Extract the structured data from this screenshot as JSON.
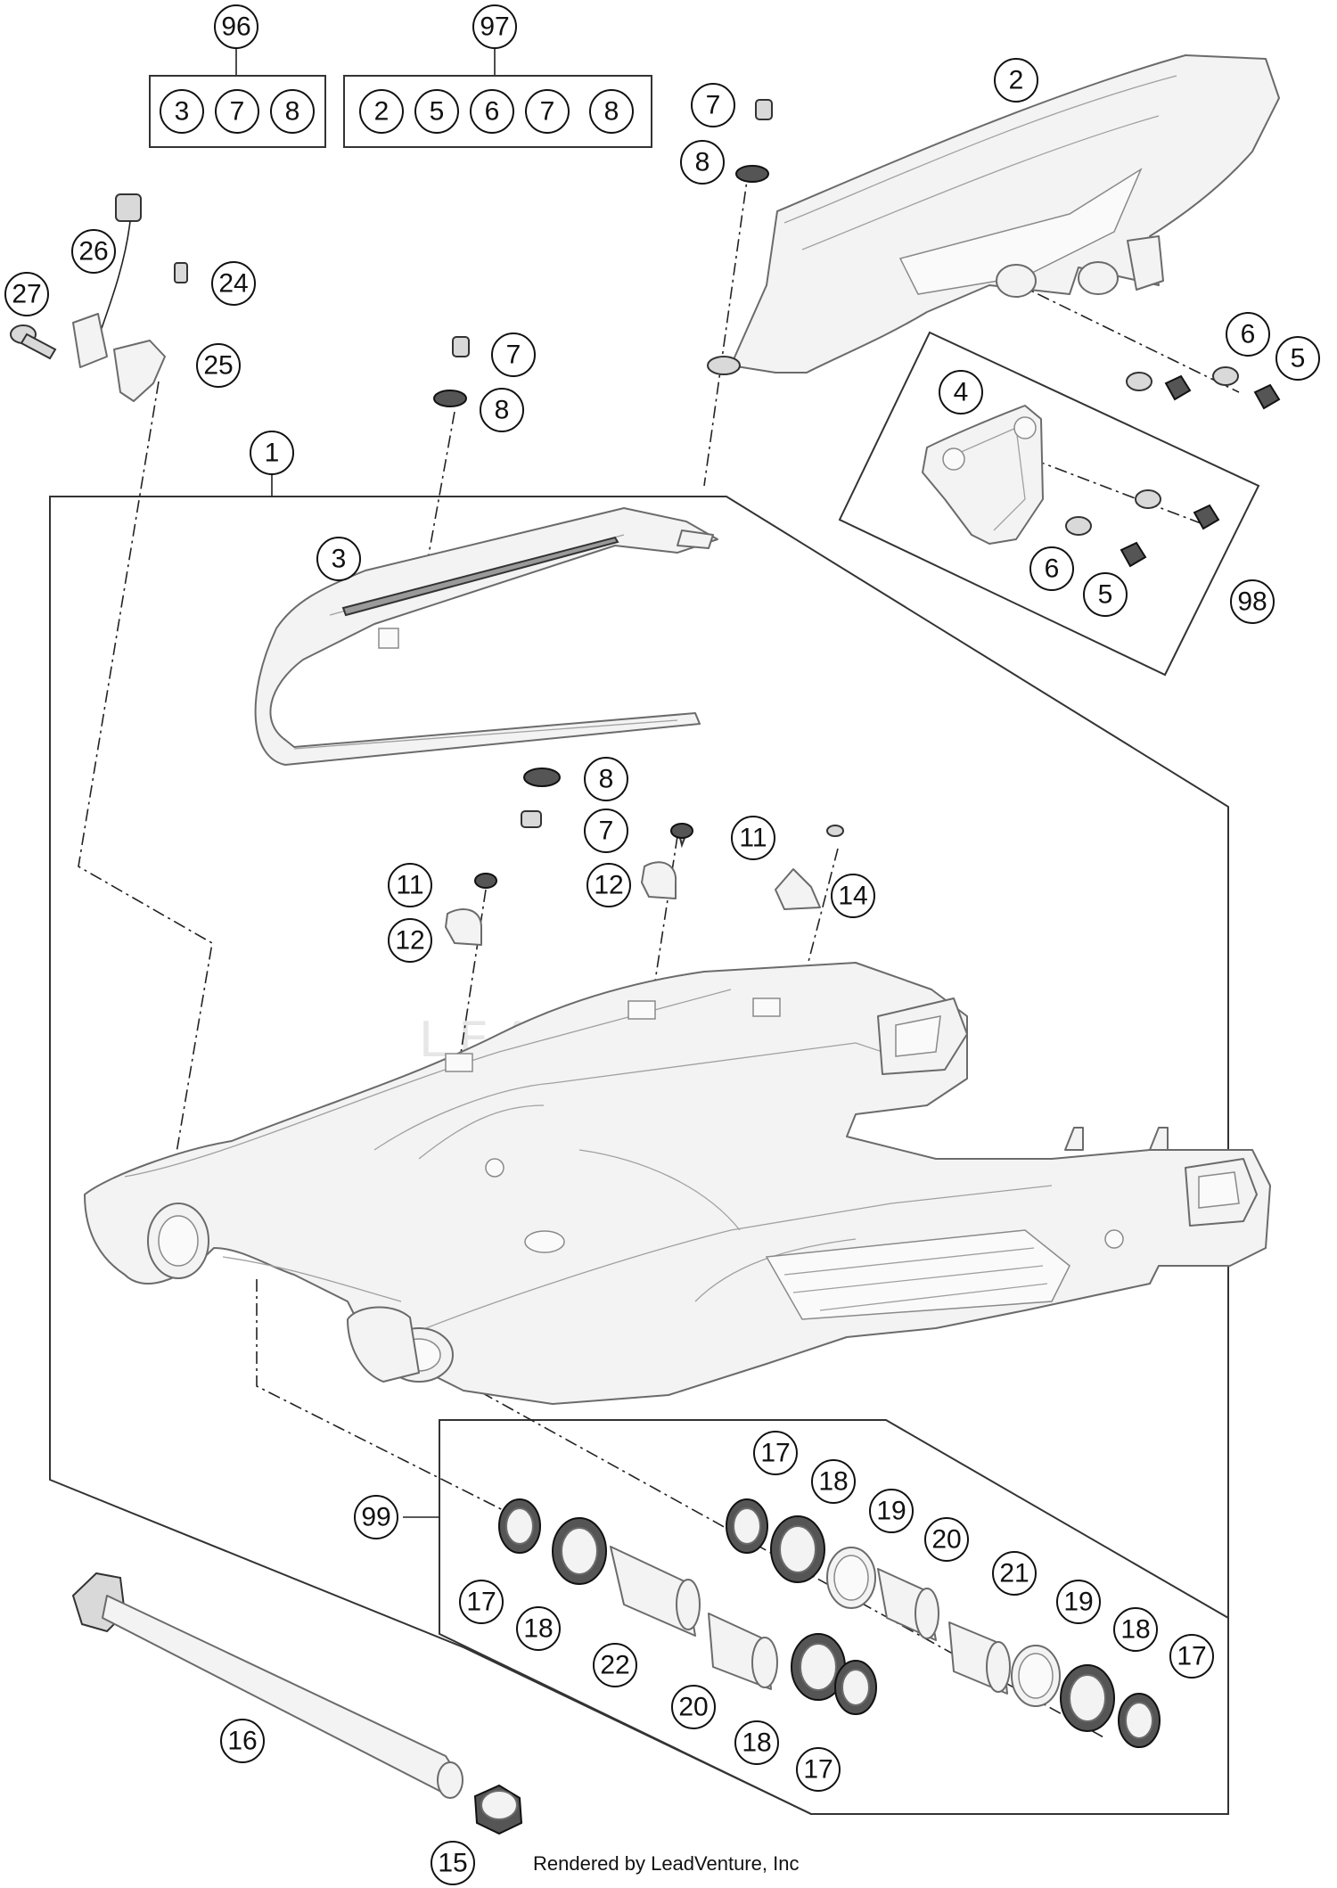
{
  "callouts": {
    "c1": "1",
    "c2": "2",
    "c3": "3",
    "c4": "4",
    "c5a": "5",
    "c5b": "5",
    "c6a": "6",
    "c6b": "6",
    "c7a": "7",
    "c7b": "7",
    "c7c": "7",
    "c8a": "8",
    "c8b": "8",
    "c8c": "8",
    "c11a": "11",
    "c11b": "11",
    "c12a": "12",
    "c12b": "12",
    "c14": "14",
    "c15": "15",
    "c16": "16",
    "c17a": "17",
    "c17b": "17",
    "c17c": "17",
    "c17d": "17",
    "c18a": "18",
    "c18b": "18",
    "c18c": "18",
    "c18d": "18",
    "c19a": "19",
    "c19b": "19",
    "c20a": "20",
    "c20b": "20",
    "c21": "21",
    "c22": "22",
    "c24": "24",
    "c25": "25",
    "c26": "26",
    "c27": "27",
    "c98": "98",
    "c99": "99"
  },
  "kits": {
    "kit96": {
      "label": "96",
      "items": [
        "3",
        "7",
        "8"
      ]
    },
    "kit97": {
      "label": "97",
      "items": [
        "2",
        "5",
        "6",
        "7",
        "8"
      ]
    }
  },
  "watermark": "LEADVENTURE",
  "credit": "Rendered by LeadVenture, Inc"
}
